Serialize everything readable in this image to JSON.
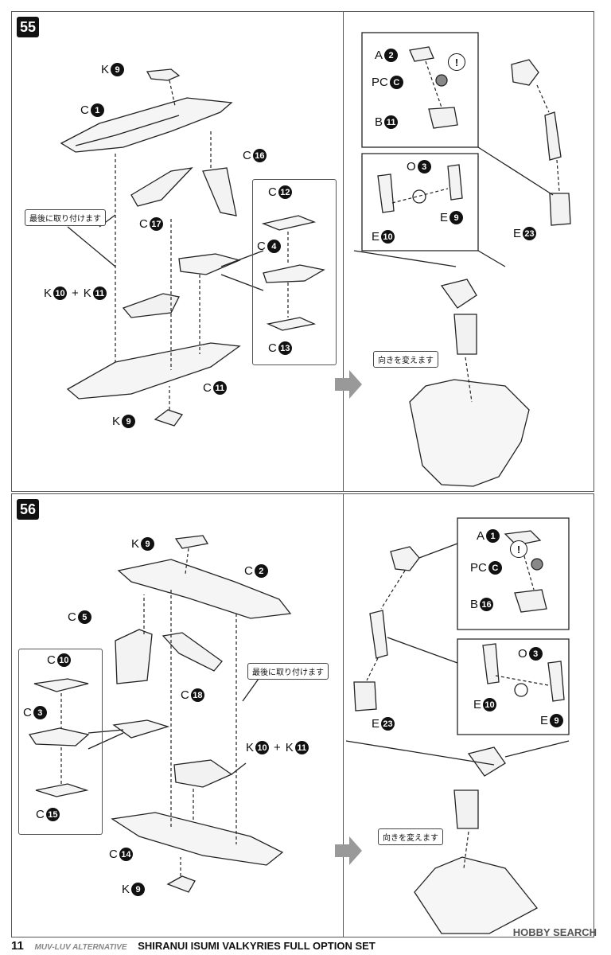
{
  "steps": [
    {
      "number": "55",
      "parts": {
        "k9_top": {
          "letter": "K",
          "num": "9"
        },
        "c1": {
          "letter": "C",
          "num": "1"
        },
        "c16": {
          "letter": "C",
          "num": "16"
        },
        "c17": {
          "letter": "C",
          "num": "17"
        },
        "c12": {
          "letter": "C",
          "num": "12"
        },
        "c4": {
          "letter": "C",
          "num": "4"
        },
        "c13": {
          "letter": "C",
          "num": "13"
        },
        "k10": {
          "letter": "K",
          "num": "10"
        },
        "k11": {
          "letter": "K",
          "num": "11"
        },
        "plus": "+",
        "c11": {
          "letter": "C",
          "num": "11"
        },
        "k9_bottom": {
          "letter": "K",
          "num": "9"
        },
        "a2": {
          "letter": "A",
          "num": "2"
        },
        "pcc": {
          "letter": "PC",
          "num": "C"
        },
        "b11": {
          "letter": "B",
          "num": "11"
        },
        "o3": {
          "letter": "O",
          "num": "3"
        },
        "e9": {
          "letter": "E",
          "num": "9"
        },
        "e10": {
          "letter": "E",
          "num": "10"
        },
        "e23": {
          "letter": "E",
          "num": "23"
        }
      },
      "note_last": "最後に取り付けます",
      "note_turn": "向きを変えます",
      "warning": "!"
    },
    {
      "number": "56",
      "parts": {
        "k9_top": {
          "letter": "K",
          "num": "9"
        },
        "c2": {
          "letter": "C",
          "num": "2"
        },
        "c5": {
          "letter": "C",
          "num": "5"
        },
        "c18": {
          "letter": "C",
          "num": "18"
        },
        "c10": {
          "letter": "C",
          "num": "10"
        },
        "c3": {
          "letter": "C",
          "num": "3"
        },
        "c15": {
          "letter": "C",
          "num": "15"
        },
        "k10": {
          "letter": "K",
          "num": "10"
        },
        "k11": {
          "letter": "K",
          "num": "11"
        },
        "plus": "+",
        "c14": {
          "letter": "C",
          "num": "14"
        },
        "k9_bottom": {
          "letter": "K",
          "num": "9"
        },
        "a1": {
          "letter": "A",
          "num": "1"
        },
        "pcc": {
          "letter": "PC",
          "num": "C"
        },
        "b16": {
          "letter": "B",
          "num": "16"
        },
        "o3": {
          "letter": "O",
          "num": "3"
        },
        "e10": {
          "letter": "E",
          "num": "10"
        },
        "e9": {
          "letter": "E",
          "num": "9"
        },
        "e23": {
          "letter": "E",
          "num": "23"
        }
      },
      "note_last": "最後に取り付けます",
      "note_turn": "向きを変えます",
      "warning": "!"
    }
  ],
  "footer": {
    "page": "11",
    "series": "MUV-LUV ALTERNATIVE",
    "title": "SHIRANUI ISUMI VALKYRIES FULL OPTION SET"
  },
  "watermark": "HOBBY SEARCH"
}
